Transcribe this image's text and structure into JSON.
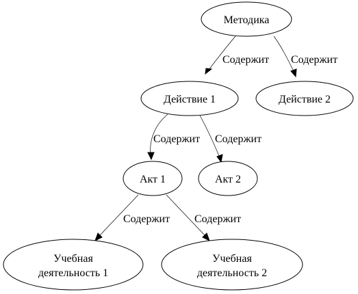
{
  "nodes": {
    "metodika": [
      "Методика"
    ],
    "action1": [
      "Действие 1"
    ],
    "action2": [
      "Действие 2"
    ],
    "act1": [
      "Акт 1"
    ],
    "act2": [
      "Акт 2"
    ],
    "learning1": [
      "Учебная",
      "деятельность 1"
    ],
    "learning2": [
      "Учебная",
      "деятельность 2"
    ]
  },
  "edges": [
    {
      "from": "metodika",
      "to": "action1",
      "label": "Содержит"
    },
    {
      "from": "metodika",
      "to": "action2",
      "label": "Содержит"
    },
    {
      "from": "action1",
      "to": "act1",
      "label": "Содержит"
    },
    {
      "from": "action1",
      "to": "act2",
      "label": "Содержит"
    },
    {
      "from": "act1",
      "to": "learning1",
      "label": "Содержит"
    },
    {
      "from": "act1",
      "to": "learning2",
      "label": "Содержит"
    }
  ],
  "colors": {
    "stroke": "#000000",
    "fill": "#ffffff",
    "background": "#ffffff"
  }
}
